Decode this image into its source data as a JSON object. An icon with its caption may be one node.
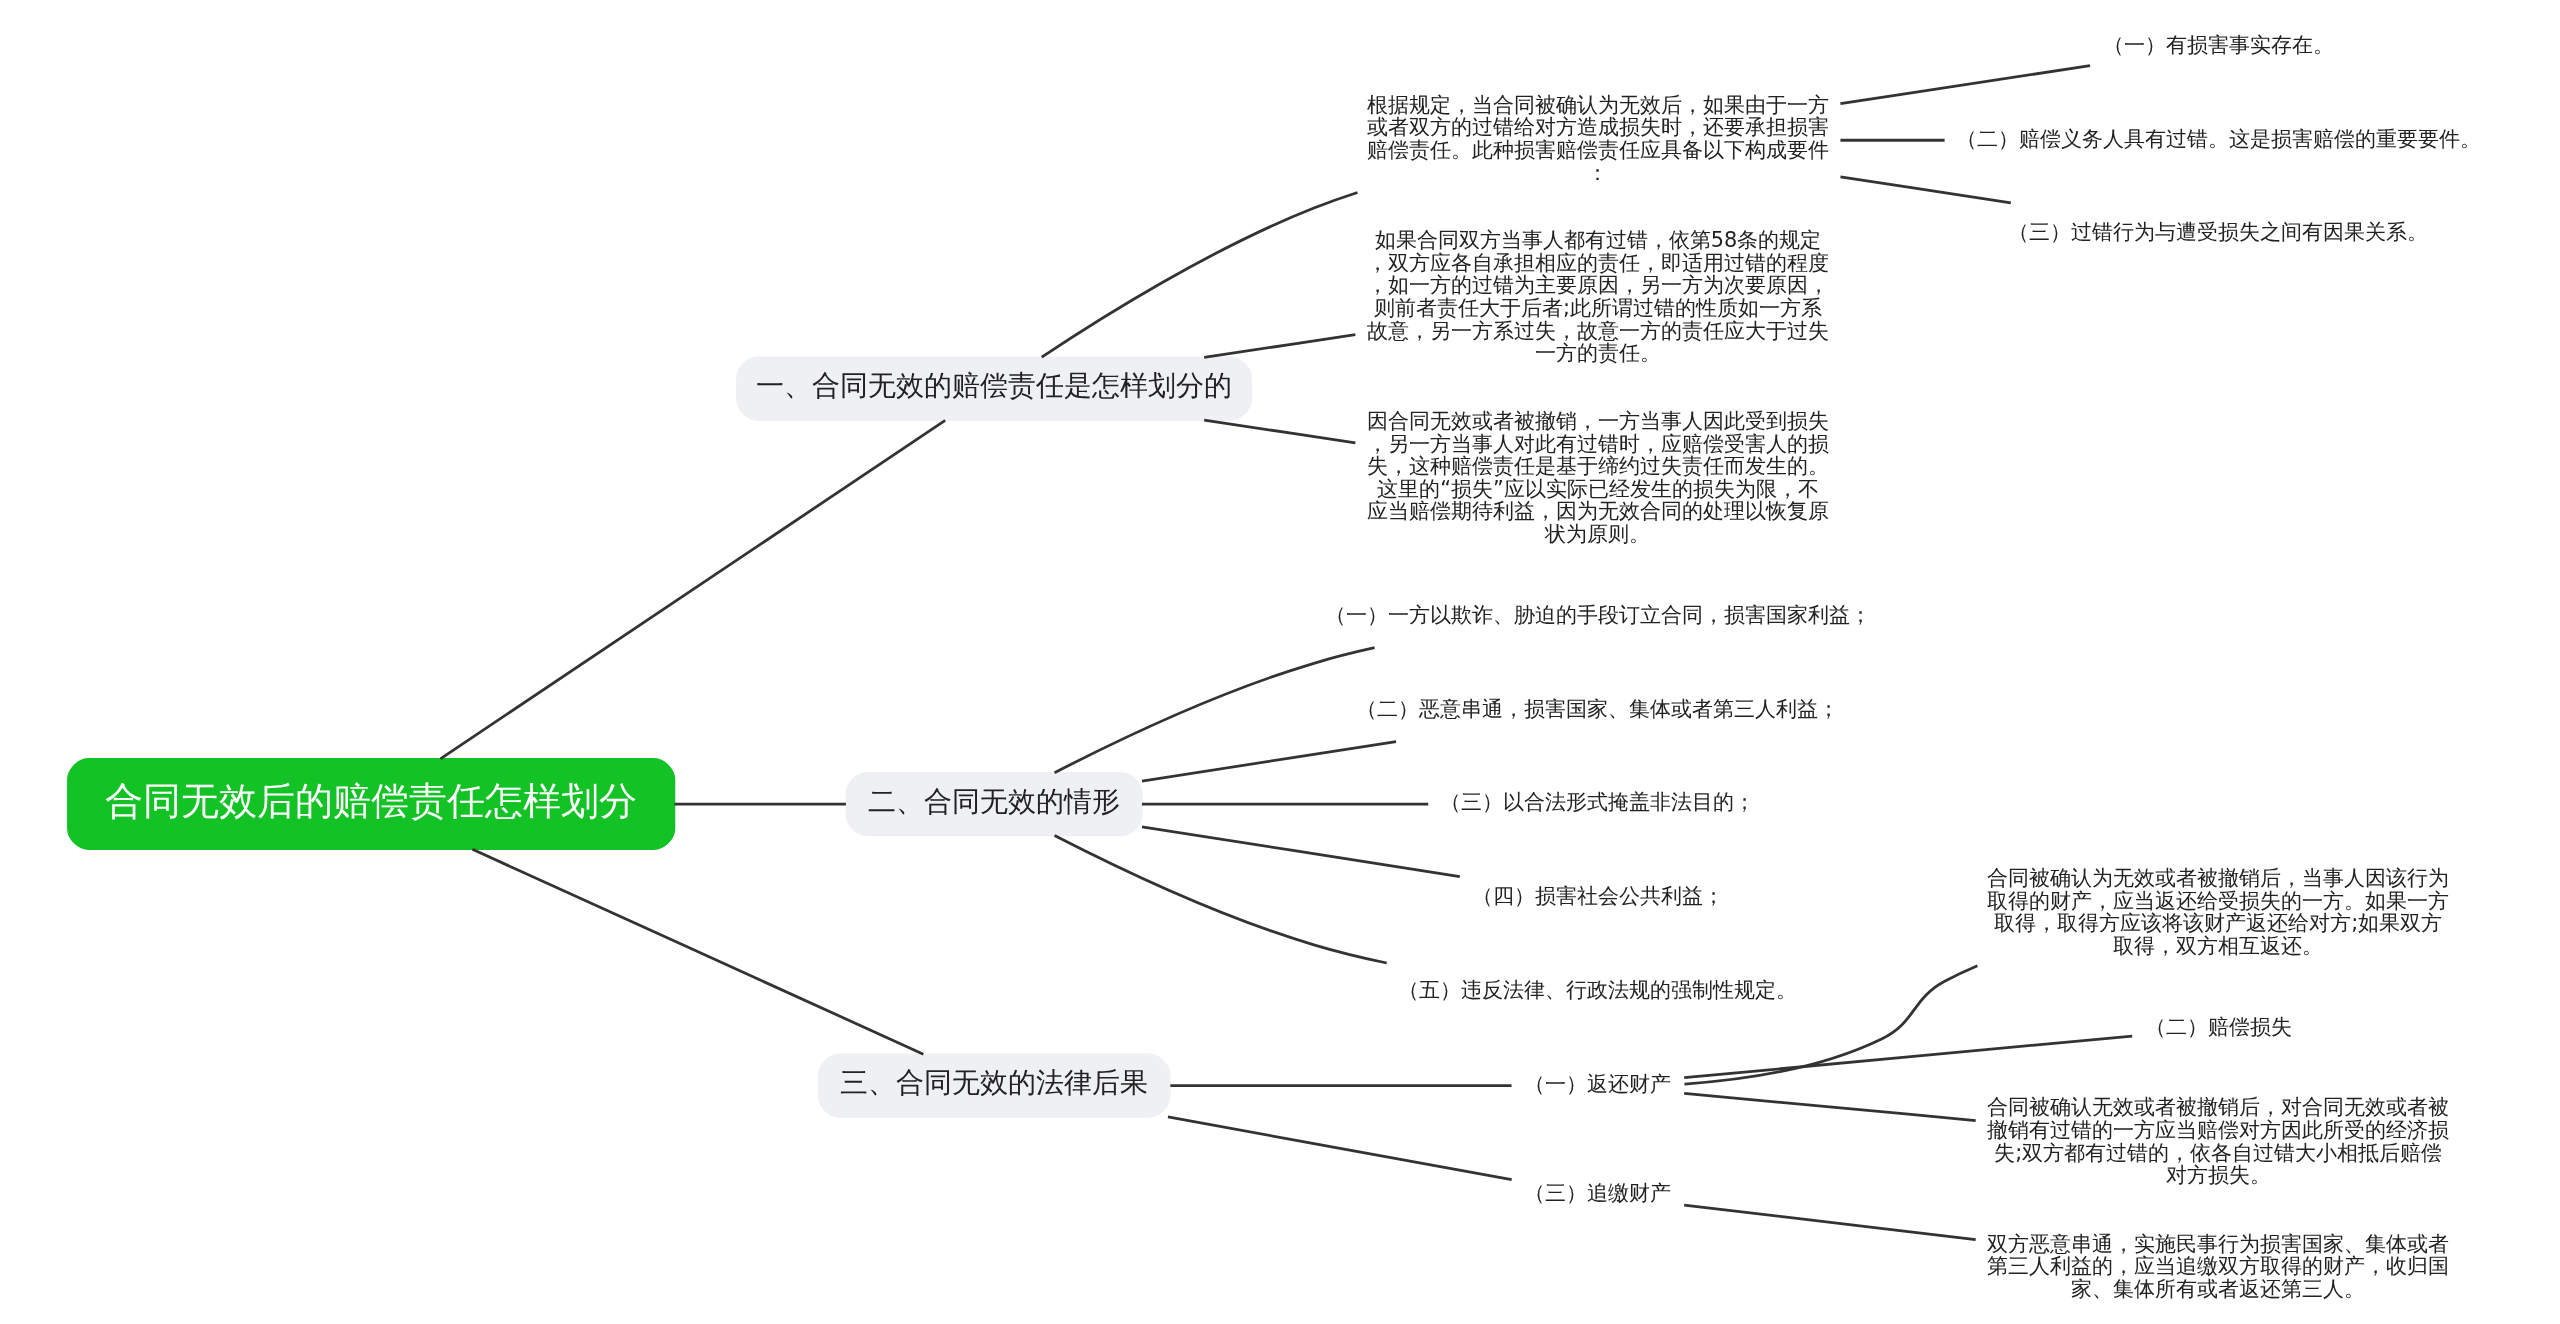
{
  "diagram": {
    "nodes": [
      {
        "text": [
          "合同无效后的赔偿责任怎样划分"
        ]
      },
      {
        "text": [
          "一、合同无效的赔偿责任是怎样划分的"
        ]
      },
      {
        "text": [
          "根据规定，当合同被确认为无效后，如果由于一方或者双方的过错给对方造成损失时，还要承担损害赔偿责任。此种损害赔偿责任应具备以下构成要件："
        ]
      },
      {
        "text": [
          "（一）有损害事实存在。"
        ]
      },
      {
        "text": [
          "（二）赔偿义务人具有过错。这是损害赔偿的重要要件。"
        ]
      },
      {
        "text": [
          "（三）过错行为与遭受损失之间有因果关系。"
        ]
      },
      {
        "text": [
          "如果合同双方当事人都有过错，依第58条的规定，双方应各自承担相应的责任，即适用过错的程度，如一方的过错为主要原因，另一方为次要原因，则前者责任大于后者;此所谓过错的性质如一方系故意，另一方系过失，故意一方的责任应大于过失一方的责任。"
        ]
      },
      {
        "text": [
          "因合同无效或者被撤销，一方当事人因此受到损失，另一方当事人对此有过错时，应赔偿受害人的损失，这种赔偿责任是基于缔约过失责任而发生的。这里的“损失”应以实际已经发生的损失为限，不应当赔偿期待利益，因为无效合同的处理以恢复原状为原则。"
        ]
      },
      {
        "text": [
          "二、合同无效的情形"
        ]
      },
      {
        "text": [
          "（一）一方以欺诈、胁迫的手段订立合同，损害国家利益；"
        ]
      },
      {
        "text": [
          "（二）恶意串通，损害国家、集体或者第三人利益；"
        ]
      },
      {
        "text": [
          "（三）以合法形式掩盖非法目的；"
        ]
      },
      {
        "text": [
          "（四）损害社会公共利益；"
        ]
      },
      {
        "text": [
          "（五）违反法律、行政法规的强制性规定。"
        ]
      },
      {
        "text": [
          "三、合同无效的法律后果"
        ]
      },
      {
        "text": [
          "（一）返还财产"
        ]
      },
      {
        "text": [
          "合同被确认为无效或者被撤销后，当事人因该行为取得的财产，应当返还给受损失的一方。如果一方取得，取得方应该将该财产返还给对方;如果双方取得，双方相互返还。"
        ]
      },
      {
        "text": [
          "（二）赔偿损失"
        ]
      },
      {
        "text": [
          "合同被确认无效或者被撤销后，对合同无效或者被撤销有过错的一方应当赔偿对方因此所受的经济损失;双方都有过错的，依各自过错大小相抵后赔偿对方损失。"
        ]
      },
      {
        "text": [
          "（三）追缴财产"
        ]
      },
      {
        "text": [
          "双方恶意串通，实施民事行为损害国家、集体或者第三人利益的，应当追缴双方取得的财产，收归国家、集体所有或者返还第三人。"
        ]
      }
    ],
    "edges": [
      {
        "from": 0,
        "to": 1,
        "arrow": "none"
      },
      {
        "from": 1,
        "to": 2,
        "arrow": "none"
      },
      {
        "from": 2,
        "to": 3,
        "arrow": "none"
      },
      {
        "from": 2,
        "to": 4,
        "arrow": "none"
      },
      {
        "from": 2,
        "to": 5,
        "arrow": "none"
      },
      {
        "from": 1,
        "to": 6,
        "arrow": "none"
      },
      {
        "from": 1,
        "to": 7,
        "arrow": "none"
      },
      {
        "from": 0,
        "to": 8,
        "arrow": "none"
      },
      {
        "from": 8,
        "to": 9,
        "arrow": "none"
      },
      {
        "from": 8,
        "to": 10,
        "arrow": "none"
      },
      {
        "from": 8,
        "to": 11,
        "arrow": "none"
      },
      {
        "from": 8,
        "to": 12,
        "arrow": "none"
      },
      {
        "from": 8,
        "to": 13,
        "arrow": "none"
      },
      {
        "from": 0,
        "to": 14,
        "arrow": "none"
      },
      {
        "from": 14,
        "to": 15,
        "arrow": "none"
      },
      {
        "from": 15,
        "to": 16,
        "arrow": "none"
      },
      {
        "from": 15,
        "to": 17,
        "arrow": "none"
      },
      {
        "from": 15,
        "to": 18,
        "arrow": "none"
      },
      {
        "from": 14,
        "to": 19,
        "arrow": "none"
      },
      {
        "from": 19,
        "to": 20,
        "arrow": "none"
      }
    ]
  }
}
